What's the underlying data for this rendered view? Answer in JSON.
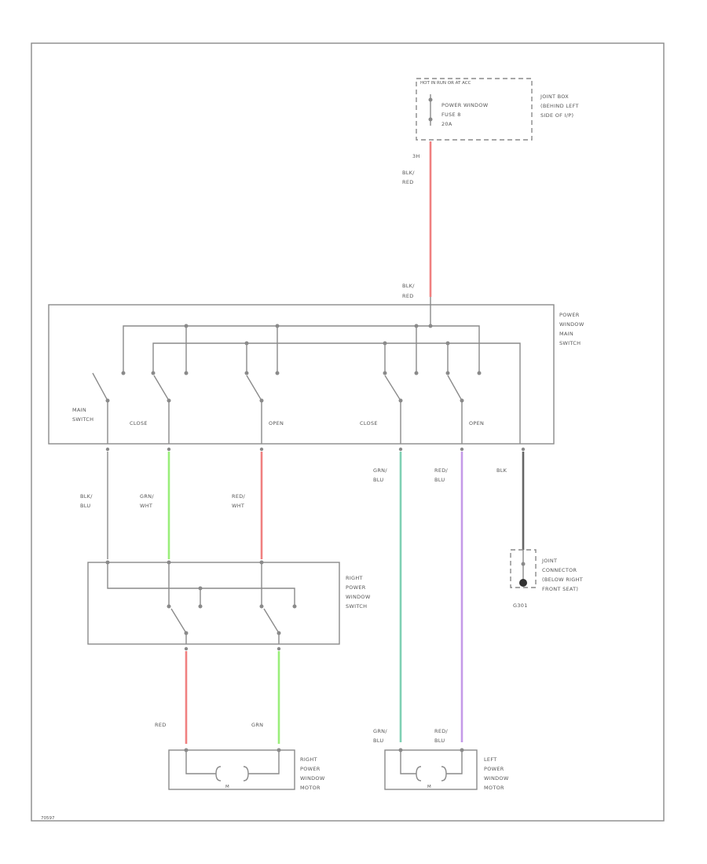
{
  "fuse_box": {
    "header": "HOT IN RUN OR AT ACC",
    "fuse": [
      "POWER WINDOW",
      "FUSE 8",
      "20A"
    ],
    "location": [
      "JOINT BOX",
      "(BEHIND LEFT",
      "SIDE OF I/P)"
    ],
    "terminal": "3H"
  },
  "feed_wire": {
    "color_top": [
      "BLK/",
      "RED"
    ],
    "color_bottom": [
      "BLK/",
      "RED"
    ]
  },
  "main_switch": {
    "name": [
      "POWER",
      "WINDOW",
      "MAIN",
      "SWITCH"
    ],
    "contacts": [
      "MAIN",
      "SWITCH",
      "CLOSE",
      "OPEN",
      "CLOSE",
      "OPEN"
    ]
  },
  "wires": {
    "blk_blu": [
      "BLK/",
      "BLU"
    ],
    "grn_wht": [
      "GRN/",
      "WHT"
    ],
    "red_wht": [
      "RED/",
      "WHT"
    ],
    "grn_blu": [
      "GRN/",
      "BLU"
    ],
    "red_blu": [
      "RED/",
      "BLU"
    ],
    "blk": "BLK",
    "red": "RED",
    "grn": "GRN",
    "grn_blu_bottom": [
      "GRN/",
      "BLU"
    ],
    "red_blu_bottom": [
      "RED/",
      "BLU"
    ]
  },
  "right_switch": {
    "name": [
      "RIGHT",
      "POWER",
      "WINDOW",
      "SWITCH"
    ]
  },
  "ground": {
    "name": [
      "JOINT",
      "CONNECTOR",
      "(BELOW RIGHT",
      "FRONT SEAT)"
    ],
    "id": "G301"
  },
  "right_motor": {
    "name": [
      "RIGHT",
      "POWER",
      "WINDOW",
      "MOTOR"
    ],
    "symbol": "M"
  },
  "left_motor": {
    "name": [
      "LEFT",
      "POWER",
      "WINDOW",
      "MOTOR"
    ],
    "symbol": "M"
  },
  "figure_id": "70597"
}
